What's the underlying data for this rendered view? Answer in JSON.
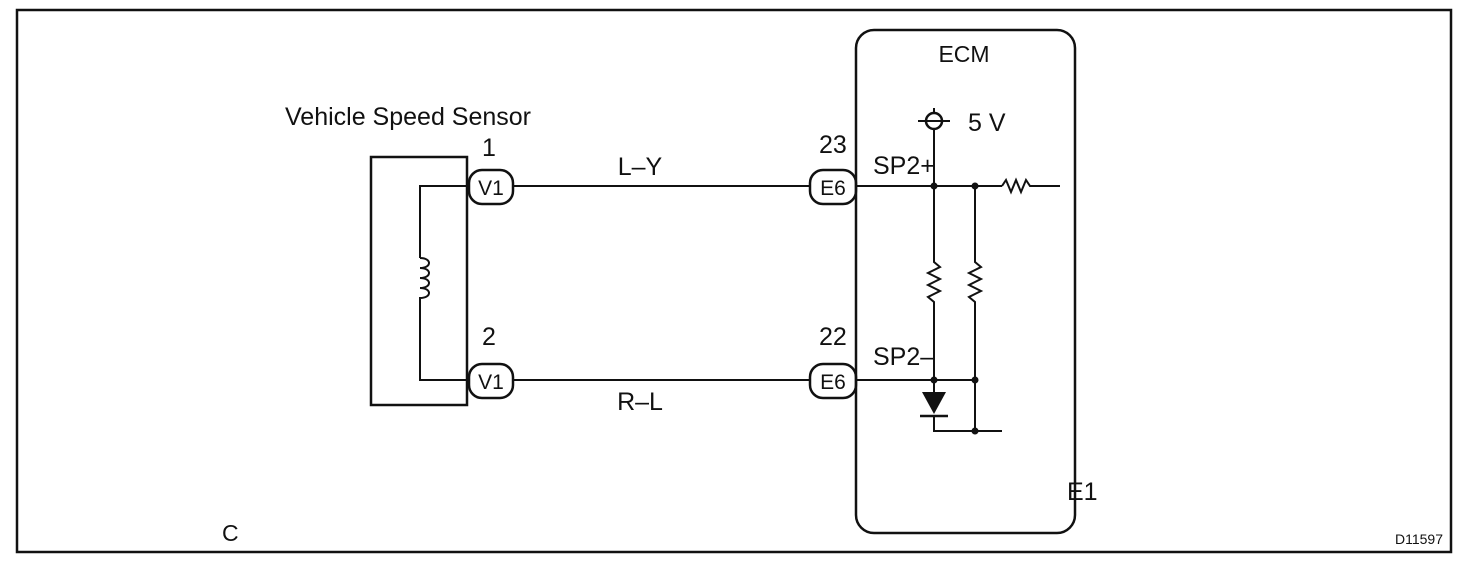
{
  "sensor": {
    "title": "Vehicle Speed Sensor",
    "pins": [
      {
        "number": "1",
        "connector": "V1"
      },
      {
        "number": "2",
        "connector": "V1"
      }
    ]
  },
  "wires": [
    {
      "color_code": "L–Y"
    },
    {
      "color_code": "R–L"
    }
  ],
  "ecm": {
    "title": "ECM",
    "supply": "5 V",
    "pins": [
      {
        "number": "23",
        "connector": "E6",
        "signal": "SP2+"
      },
      {
        "number": "22",
        "connector": "E6",
        "signal": "SP2–"
      }
    ],
    "ground": "E1"
  },
  "corner_letter": "C",
  "diagram_id": "D11597"
}
